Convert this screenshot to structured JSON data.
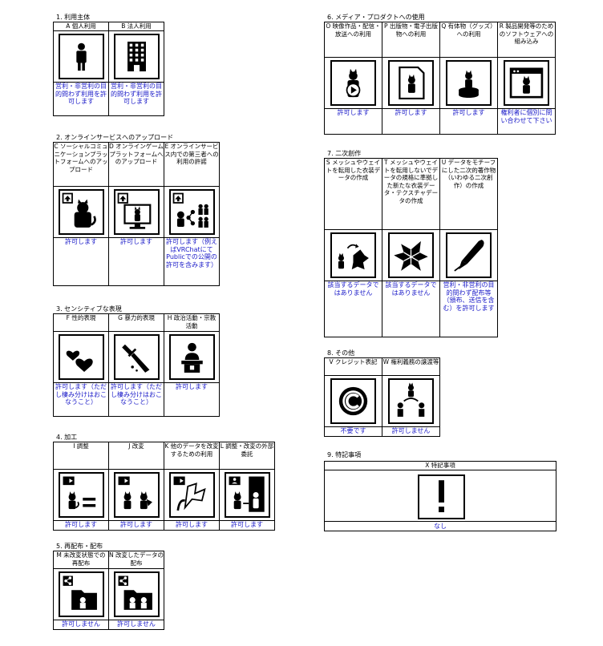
{
  "sections": {
    "s1": {
      "title": "1. 利用主体",
      "cols": [
        {
          "header": "A 個人利用",
          "icon": "person-icon",
          "answer": "営利・非営利の目的問わず利用を許可します"
        },
        {
          "header": "B 法人利用",
          "icon": "building-icon",
          "answer": "営利・非営利の目的問わず利用を許可します"
        }
      ]
    },
    "s2": {
      "title": "2. オンラインサービスへのアップロード",
      "cols": [
        {
          "header": "C ソーシャルコミュニケーションプラットフォームへのアップロード",
          "icon": "upload-social-icon",
          "answer": "許可します"
        },
        {
          "header": "D オンラインゲームプラットフォームへのアップロード",
          "icon": "upload-game-icon",
          "answer": "許可します"
        },
        {
          "header": "E オンラインサービス内での第三者への利用の許諾",
          "icon": "share-third-party-icon",
          "answer": "許可します（例えばVRChatにてPublicでの公開の許可を含みます）"
        }
      ]
    },
    "s3": {
      "title": "3. センシティブな表現",
      "cols": [
        {
          "header": "F 性的表現",
          "icon": "hearts-icon",
          "answer": "許可します（ただし棲み分けはおこなうこと）"
        },
        {
          "header": "G 暴力的表現",
          "icon": "knife-icon",
          "answer": "許可します（ただし棲み分けはおこなうこと）"
        },
        {
          "header": "H 政治活動・宗教活動",
          "icon": "podium-icon",
          "answer": "許可します"
        }
      ]
    },
    "s4": {
      "title": "4. 加工",
      "cols": [
        {
          "header": "I 調整",
          "icon": "adjust-icon",
          "answer": "許可します"
        },
        {
          "header": "J 改変",
          "icon": "modify-icon",
          "answer": "許可します"
        },
        {
          "header": "K 他のデータを改変するための利用",
          "icon": "other-data-icon",
          "answer": "許可します"
        },
        {
          "header": "L 調整・改変の外部委託",
          "icon": "outsource-icon",
          "answer": "許可します"
        }
      ]
    },
    "s5": {
      "title": "5. 再配布・配布",
      "cols": [
        {
          "header": "M 未改変状態での再配布",
          "icon": "redistribute-icon",
          "answer": "許可しません"
        },
        {
          "header": "N 改変したデータの配布",
          "icon": "distribute-modified-icon",
          "answer": "許可しません"
        }
      ]
    },
    "s6": {
      "title": "6. メディア・プロダクトへの使用",
      "cols": [
        {
          "header": "O 映像作品・配信・放送への利用",
          "icon": "video-icon",
          "answer": "許可します"
        },
        {
          "header": "P 出版物・電子出版物への利用",
          "icon": "publication-icon",
          "answer": "許可します"
        },
        {
          "header": "Q 有体物（グッズ）への利用",
          "icon": "goods-icon",
          "answer": "許可します"
        },
        {
          "header": "R 製品開発等のためのソフトウェアへの組み込み",
          "icon": "software-icon",
          "answer": "権利者に個別に問い合わせて下さい"
        }
      ]
    },
    "s7": {
      "title": "7. 二次創作",
      "cols": [
        {
          "header": "S メッシュやウェイトを転用した衣装データの作成",
          "icon": "costume-icon",
          "answer": "該当するデータではありません"
        },
        {
          "header": "T メッシュやウェイトを転用しないでデータの規格に準拠した新たな衣装データ・テクスチャデータの作成",
          "icon": "new-costume-icon",
          "answer": "該当するデータではありません"
        },
        {
          "header": "U データをモチーフにした二次的著作物（いわゆる二次創作）の作成",
          "icon": "pen-icon",
          "answer": "営利・非営利の目的問わず配布等（頒布、送信を含む）を許可します"
        }
      ]
    },
    "s8": {
      "title": "8. その他",
      "cols": [
        {
          "header": "V クレジット表記",
          "icon": "copyright-icon",
          "answer": "不要です"
        },
        {
          "header": "W 権利義務の譲渡等",
          "icon": "transfer-icon",
          "answer": "許可しません"
        }
      ]
    },
    "s9": {
      "title": "9. 特記事項",
      "cols": [
        {
          "header": "X 特記事項",
          "icon": "exclamation-icon",
          "answer": "なし"
        }
      ]
    }
  }
}
